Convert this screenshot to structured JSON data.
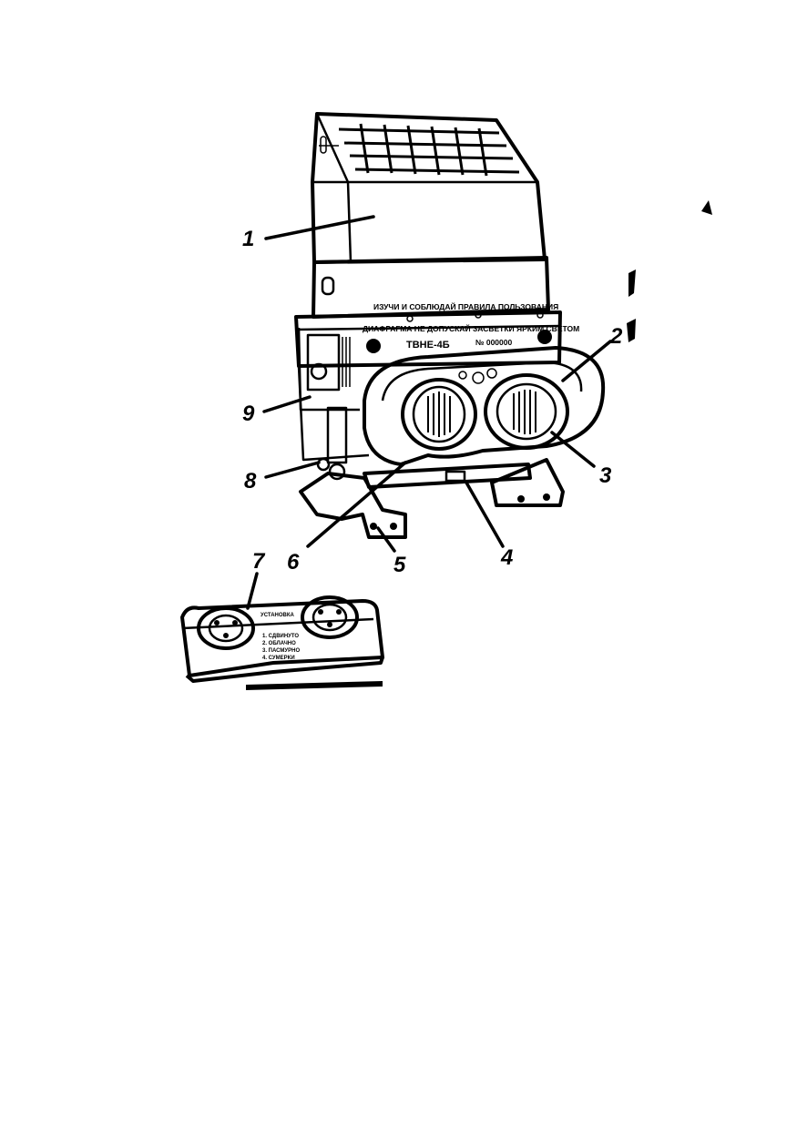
{
  "device": {
    "plate_line_1": "ИЗУЧИ И СОБЛЮДАЙ ПРАВИЛА ПОЛЬЗОВАНИЯ",
    "plate_line_2": "ДИАФРАГМА НЕ ДОПУСКАЙ ЗАСВЕТКИ ЯРКИМ СВЕТОМ",
    "model": "ТВНЕ-4Б",
    "serial": "№ 000000"
  },
  "callouts": [
    "1",
    "2",
    "3",
    "4",
    "5",
    "6",
    "7",
    "8",
    "9"
  ],
  "filter_plate": {
    "title": "УСТАНОВКА",
    "legend": [
      "1. СДВИНУТО",
      "2. ОБЛАЧНО",
      "3. ПАСМУРНО",
      "4. СУМЕРКИ"
    ]
  }
}
